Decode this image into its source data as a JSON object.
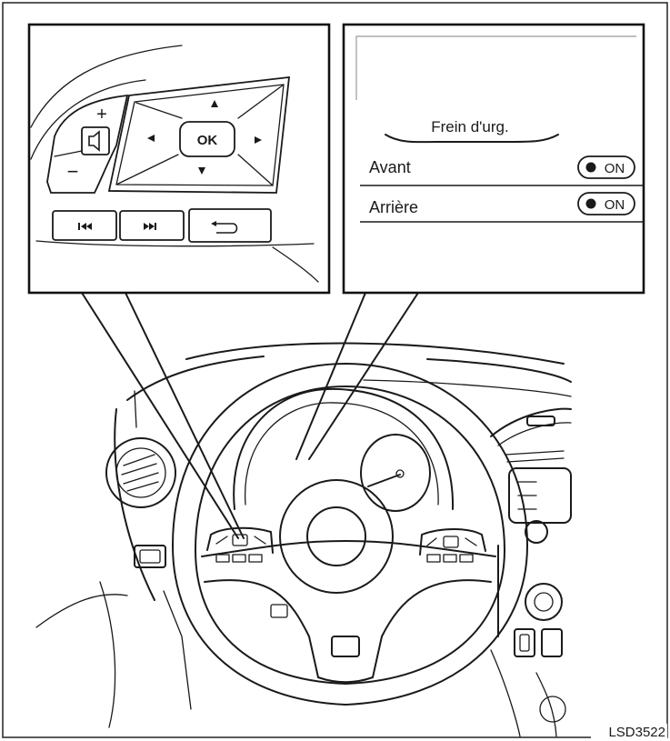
{
  "figure_code": "LSD3522",
  "display": {
    "title": "Frein d'urg.",
    "rows": [
      {
        "label": "Avant",
        "toggle": "ON"
      },
      {
        "label": "Arrière",
        "toggle": "ON"
      }
    ]
  },
  "controls": {
    "plus": "+",
    "minus": "−",
    "ok": "OK"
  },
  "icons": {
    "volume": "speaker-icon",
    "prev": "previous-track-icon",
    "next": "next-track-icon",
    "back": "back-icon"
  }
}
